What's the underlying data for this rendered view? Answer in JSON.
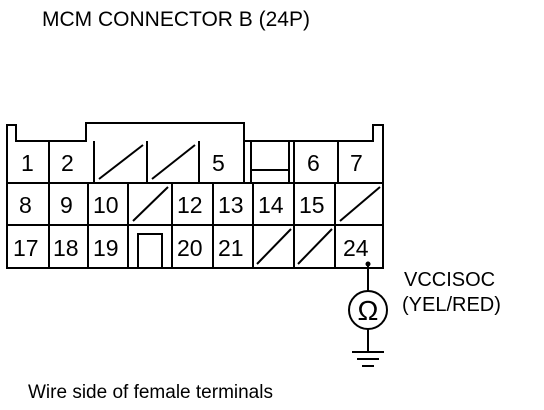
{
  "diagram": {
    "title": "MCM CONNECTOR B (24P)",
    "footer": "Wire side of female terminals",
    "terminals": [
      {
        "label": "1"
      },
      {
        "label": "2"
      },
      {
        "label": "5"
      },
      {
        "label": "6"
      },
      {
        "label": "7"
      },
      {
        "label": "8"
      },
      {
        "label": "9"
      },
      {
        "label": "10"
      },
      {
        "label": "12"
      },
      {
        "label": "13"
      },
      {
        "label": "14"
      },
      {
        "label": "15"
      },
      {
        "label": "17"
      },
      {
        "label": "18"
      },
      {
        "label": "19"
      },
      {
        "label": "20"
      },
      {
        "label": "21"
      },
      {
        "label": "24"
      }
    ],
    "test_point": {
      "terminal": "24",
      "signal": "VCCISOC",
      "wire_color": "(YEL/RED)",
      "meter_symbol": "Ω",
      "meter_icon": "ohmmeter-icon",
      "ground_icon": "ground-icon"
    }
  }
}
